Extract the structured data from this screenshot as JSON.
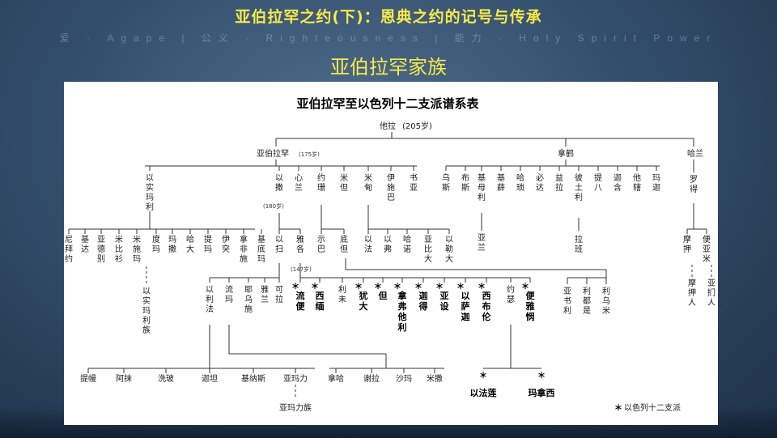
{
  "slide": {
    "title": "亚伯拉罕之约(下)：恩典之约的记号与传承",
    "banner": "爱 · Agape  |  公义 · Righteousness  |  能力 · Holy Spirit Power",
    "subtitle": "亚伯拉罕家族"
  },
  "chart_title": "亚伯拉罕至以色列十二支派谱系表",
  "root": {
    "name": "他拉",
    "age": "(205岁)"
  },
  "gen1": {
    "abraham": {
      "name": "亚伯拉罕",
      "age": "(175岁)"
    },
    "nahor": {
      "name": "拿鹤"
    },
    "haran": {
      "name": "哈兰"
    }
  },
  "abraham_sons": [
    "以实玛利",
    "以撒",
    "心兰",
    "约珊",
    "米但",
    "米甸",
    "伊施巴",
    "书亚"
  ],
  "nahor_sons": [
    "乌斯",
    "布斯",
    "基母利",
    "基薛",
    "哈琐",
    "必达",
    "益拉",
    "彼土利",
    "提八",
    "迦含",
    "他辖",
    "玛迦"
  ],
  "haran_son": "罗得",
  "ishmael_sons": [
    "尼拜约",
    "基达",
    "亚德别",
    "米比衫",
    "米施玛",
    "度玛",
    "玛撒",
    "哈大",
    "提玛",
    "伊突",
    "拿非施",
    "基底玛"
  ],
  "ishmael_tribe": "以实玛利族",
  "isaac_age": "(180岁)",
  "isaac_sons": [
    "以扫",
    "雅各"
  ],
  "jacob_age": "(147岁)",
  "jokshan_sons": [
    "示巴",
    "底但"
  ],
  "midian_sons": [
    "以法",
    "以弗",
    "哈诺",
    "亚比大",
    "以勒大"
  ],
  "kemuel_son": "亚兰",
  "bethuel_sons": [
    "拉班"
  ],
  "dedan_sons": [
    "亚书利",
    "利都是",
    "利乌米"
  ],
  "lot_sons": [
    "摩押",
    "便亚米"
  ],
  "lot_descendants": [
    "摩押人",
    "亚扪人"
  ],
  "esau_sons": [
    "以利法",
    "流玛",
    "耶乌施",
    "雅兰",
    "可拉"
  ],
  "jacob_sons": [
    "流便",
    "西缅",
    "利未",
    "犹大",
    "但",
    "拿弗他利",
    "迦得",
    "亚设",
    "以萨迦",
    "西布伦",
    "约瑟",
    "便雅悯"
  ],
  "jacob_sons_tribal": [
    true,
    true,
    false,
    true,
    true,
    true,
    true,
    true,
    true,
    true,
    false,
    true
  ],
  "eliphaz_sons": [
    "提幔",
    "阿抹",
    "洗玻",
    "迦坦",
    "基纳斯",
    "亚玛力"
  ],
  "reuel_sons": [
    "拿哈",
    "谢拉",
    "沙玛",
    "米撒"
  ],
  "amalek_tribe": "亚玛力族",
  "joseph_sons": [
    "以法莲",
    "玛拿西"
  ],
  "legend": "以色列十二支派",
  "star_mark": "＊"
}
